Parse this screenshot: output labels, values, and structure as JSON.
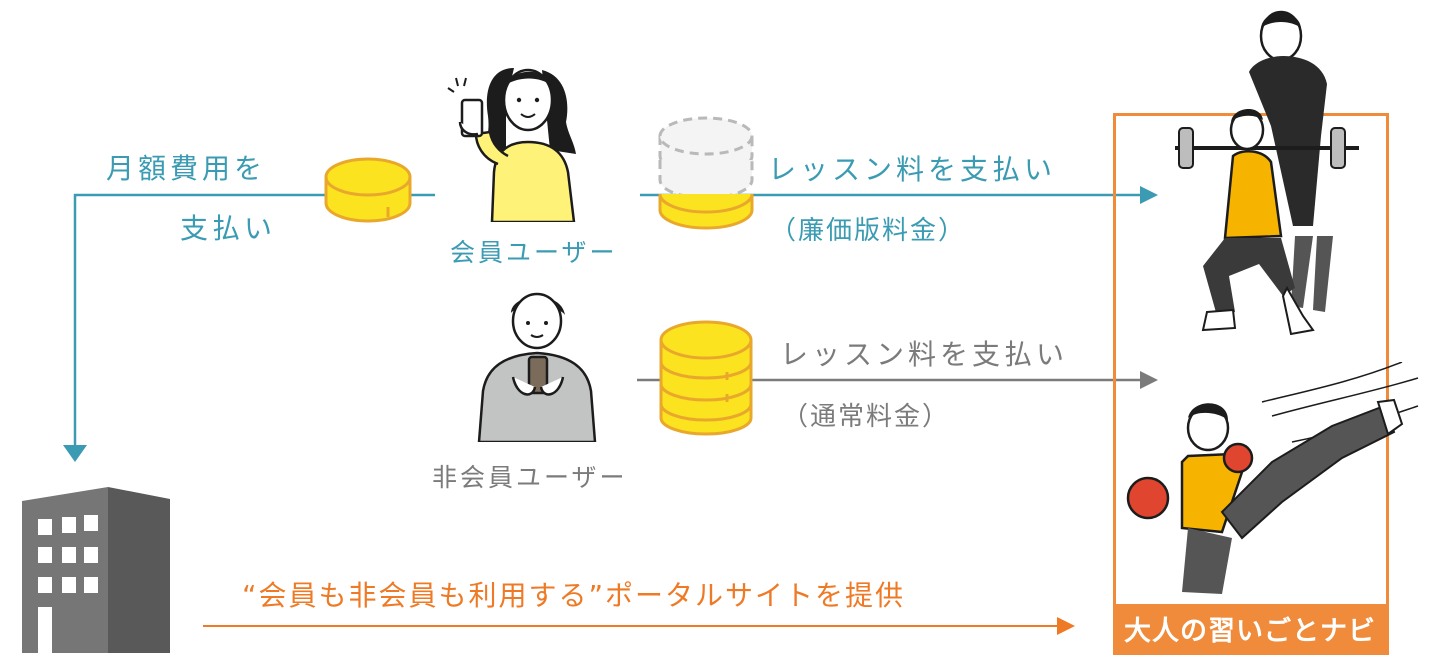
{
  "flow": {
    "monthly_fee_line1": "月額費用を",
    "monthly_fee_line2": "支払い",
    "member_user": "会員ユーザー",
    "nonmember_user": "非会員ユーザー",
    "member_payment_line1": "レッスン料を支払い",
    "member_payment_line2": "（廉価版料金）",
    "nonmember_payment_line1": "レッスン料を支払い",
    "nonmember_payment_line2": "（通常料金）",
    "portal_statement": "“会員も非会員も利用する”ポータルサイトを提供"
  },
  "brand": {
    "name": "大人の習いごとナビ"
  },
  "colors": {
    "teal": "#3a9bb3",
    "gray": "#7b7b7b",
    "orange": "#ee7a26",
    "coin_yellow": "#fbe31f",
    "coin_edge": "#e9a82b"
  }
}
